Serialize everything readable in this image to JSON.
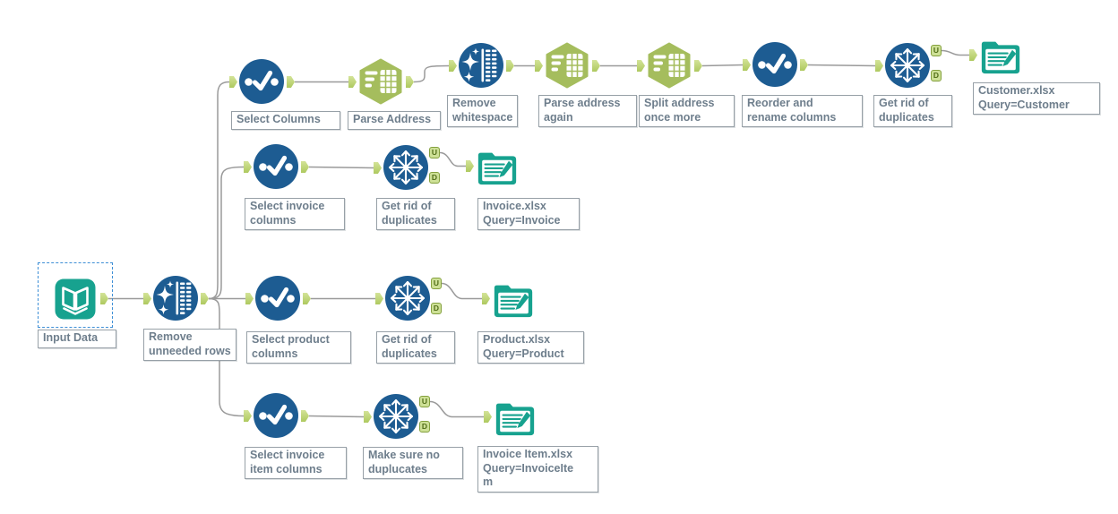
{
  "workflow": {
    "title": "Alteryx workflow canvas",
    "unique_anchor_top": "U",
    "unique_anchor_bottom": "D",
    "colors": {
      "tool_blue": "#1d5c92",
      "tool_green": "#a5bd5d",
      "tool_teal": "#17a28f",
      "wire_gray": "#9a9a9a",
      "anchor_lime": "#c0d878",
      "anchor_border": "#84a03e",
      "annotation_text": "#6e7e8c",
      "selection_blue": "#3e8fd6"
    },
    "nodes": [
      {
        "id": "input-data",
        "tool": "input-data",
        "label": "Input Data",
        "selected": true
      },
      {
        "id": "remove-unneeded-rows",
        "tool": "data-cleansing",
        "label": "Remove\nunneeded rows"
      },
      {
        "id": "select-columns",
        "tool": "select",
        "label": "Select Columns"
      },
      {
        "id": "parse-address",
        "tool": "text-to-columns",
        "label": "Parse Address"
      },
      {
        "id": "remove-whitespace",
        "tool": "data-cleansing",
        "label": "Remove\nwhitespace"
      },
      {
        "id": "parse-address-again",
        "tool": "text-to-columns",
        "label": "Parse address\nagain"
      },
      {
        "id": "split-address-once-more",
        "tool": "text-to-columns",
        "label": "Split address\nonce more"
      },
      {
        "id": "reorder-and-rename-columns",
        "tool": "select",
        "label": "Reorder and\nrename columns"
      },
      {
        "id": "get-rid-of-duplicates-customer",
        "tool": "unique",
        "label": "Get rid of\nduplicates"
      },
      {
        "id": "output-customer",
        "tool": "output-data",
        "label": "Customer.xlsx\nQuery=Customer"
      },
      {
        "id": "select-invoice-columns",
        "tool": "select",
        "label": "Select invoice\ncolumns"
      },
      {
        "id": "get-rid-of-duplicates-invoice",
        "tool": "unique",
        "label": "Get rid of\nduplicates"
      },
      {
        "id": "output-invoice",
        "tool": "output-data",
        "label": "Invoice.xlsx\nQuery=Invoice"
      },
      {
        "id": "select-product-columns",
        "tool": "select",
        "label": "Select product\ncolumns"
      },
      {
        "id": "get-rid-of-duplicates-product",
        "tool": "unique",
        "label": "Get rid of\nduplicates"
      },
      {
        "id": "output-product",
        "tool": "output-data",
        "label": "Product.xlsx\nQuery=Product"
      },
      {
        "id": "select-invoice-item-columns",
        "tool": "select",
        "label": "Select invoice\nitem columns"
      },
      {
        "id": "make-sure-no-duplicates",
        "tool": "unique",
        "label": "Make sure no\nduplucates"
      },
      {
        "id": "output-invoice-item",
        "tool": "output-data",
        "label": "Invoice Item.xlsx\nQuery=InvoiceIte\nm"
      }
    ],
    "connections": [
      {
        "from": "input-data",
        "to": "remove-unneeded-rows"
      },
      {
        "from": "remove-unneeded-rows",
        "to": "select-columns"
      },
      {
        "from": "remove-unneeded-rows",
        "to": "select-invoice-columns"
      },
      {
        "from": "remove-unneeded-rows",
        "to": "select-product-columns"
      },
      {
        "from": "remove-unneeded-rows",
        "to": "select-invoice-item-columns"
      },
      {
        "from": "select-columns",
        "to": "parse-address"
      },
      {
        "from": "parse-address",
        "to": "remove-whitespace"
      },
      {
        "from": "remove-whitespace",
        "to": "parse-address-again"
      },
      {
        "from": "parse-address-again",
        "to": "split-address-once-more"
      },
      {
        "from": "split-address-once-more",
        "to": "reorder-and-rename-columns"
      },
      {
        "from": "reorder-and-rename-columns",
        "to": "get-rid-of-duplicates-customer"
      },
      {
        "from": "get-rid-of-duplicates-customer",
        "from_anchor": "U",
        "to": "output-customer"
      },
      {
        "from": "select-invoice-columns",
        "to": "get-rid-of-duplicates-invoice"
      },
      {
        "from": "get-rid-of-duplicates-invoice",
        "from_anchor": "U",
        "to": "output-invoice"
      },
      {
        "from": "select-product-columns",
        "to": "get-rid-of-duplicates-product"
      },
      {
        "from": "get-rid-of-duplicates-product",
        "from_anchor": "U",
        "to": "output-product"
      },
      {
        "from": "select-invoice-item-columns",
        "to": "make-sure-no-duplicates"
      },
      {
        "from": "make-sure-no-duplicates",
        "from_anchor": "U",
        "to": "output-invoice-item"
      }
    ]
  }
}
